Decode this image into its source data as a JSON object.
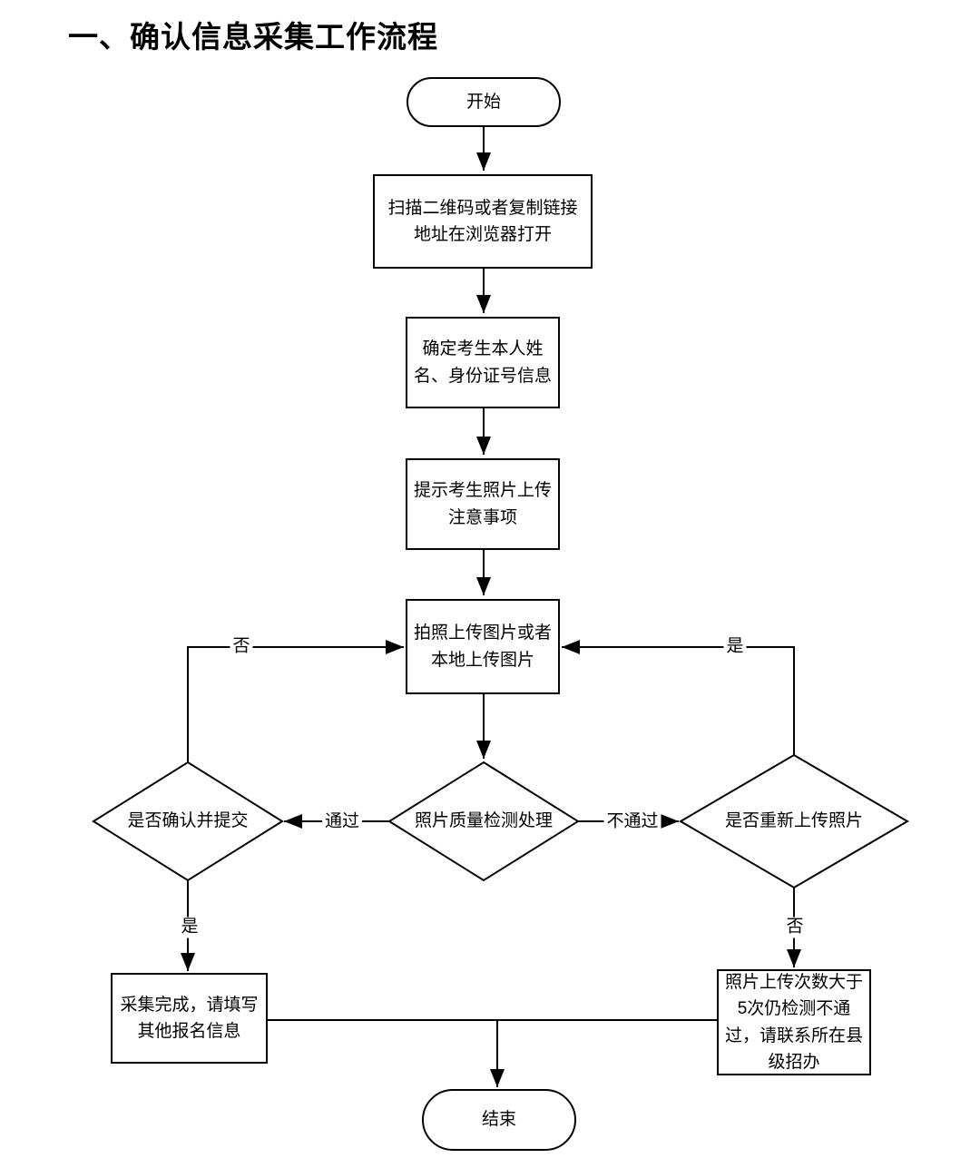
{
  "page": {
    "title": "一、确认信息采集工作流程"
  },
  "flowchart": {
    "type": "flowchart",
    "colors": {
      "stroke": "#000000",
      "node_fill": "#ffffff",
      "text": "#000000",
      "background": "#ffffff"
    },
    "nodes": {
      "start": {
        "shape": "stadium",
        "label": "开始"
      },
      "scan": {
        "shape": "rect",
        "label": "扫描二维码或者复制链接地址在浏览器打开"
      },
      "confirm_identity": {
        "shape": "rect",
        "label": "确定考生本人姓名、身份证号信息"
      },
      "photo_tips": {
        "shape": "rect",
        "label": "提示考生照片上传注意事项"
      },
      "upload_photo": {
        "shape": "rect",
        "label": "拍照上传图片或者本地上传图片"
      },
      "quality_check": {
        "shape": "diamond",
        "label": "照片质量检测处理"
      },
      "confirm_submit": {
        "shape": "diamond",
        "label": "是否确认并提交"
      },
      "reupload": {
        "shape": "diamond",
        "label": "是否重新上传照片"
      },
      "collection_done": {
        "shape": "rect",
        "label": "采集完成，请填写其他报名信息"
      },
      "contact_office": {
        "shape": "rect",
        "label": "照片上传次数大于5次仍检测不通过，请联系所在县级招办"
      },
      "end": {
        "shape": "stadium",
        "label": "结束"
      }
    },
    "edge_labels": {
      "pass": "通过",
      "fail": "不通过",
      "submit_no": "否",
      "reupload_yes": "是",
      "submit_yes": "是",
      "reupload_no": "否"
    }
  }
}
